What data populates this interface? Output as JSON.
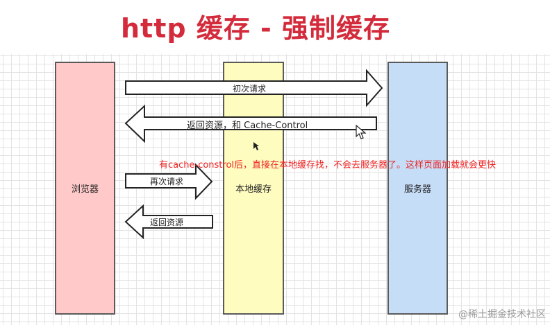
{
  "title": "http 缓存 - 强制缓存",
  "columns": {
    "browser": "浏览器",
    "local_cache": "本地缓存",
    "server": "服务器"
  },
  "arrows": {
    "first_request": "初次请求",
    "return_resource_cache_control": "返回资源，和 Cache-Control",
    "second_request": "再次请求",
    "return_resource": "返回资源"
  },
  "note": "有cache-constrol后，直接在本地缓存找，不会去服务器了。这样页面加载就会更快",
  "watermark": "@稀土掘金技术社区",
  "colors": {
    "title": "#d42b3c",
    "browser": "#ffc9c9",
    "local_cache": "#fffcc0",
    "server": "#c6ddf8",
    "note": "#ee2222"
  }
}
